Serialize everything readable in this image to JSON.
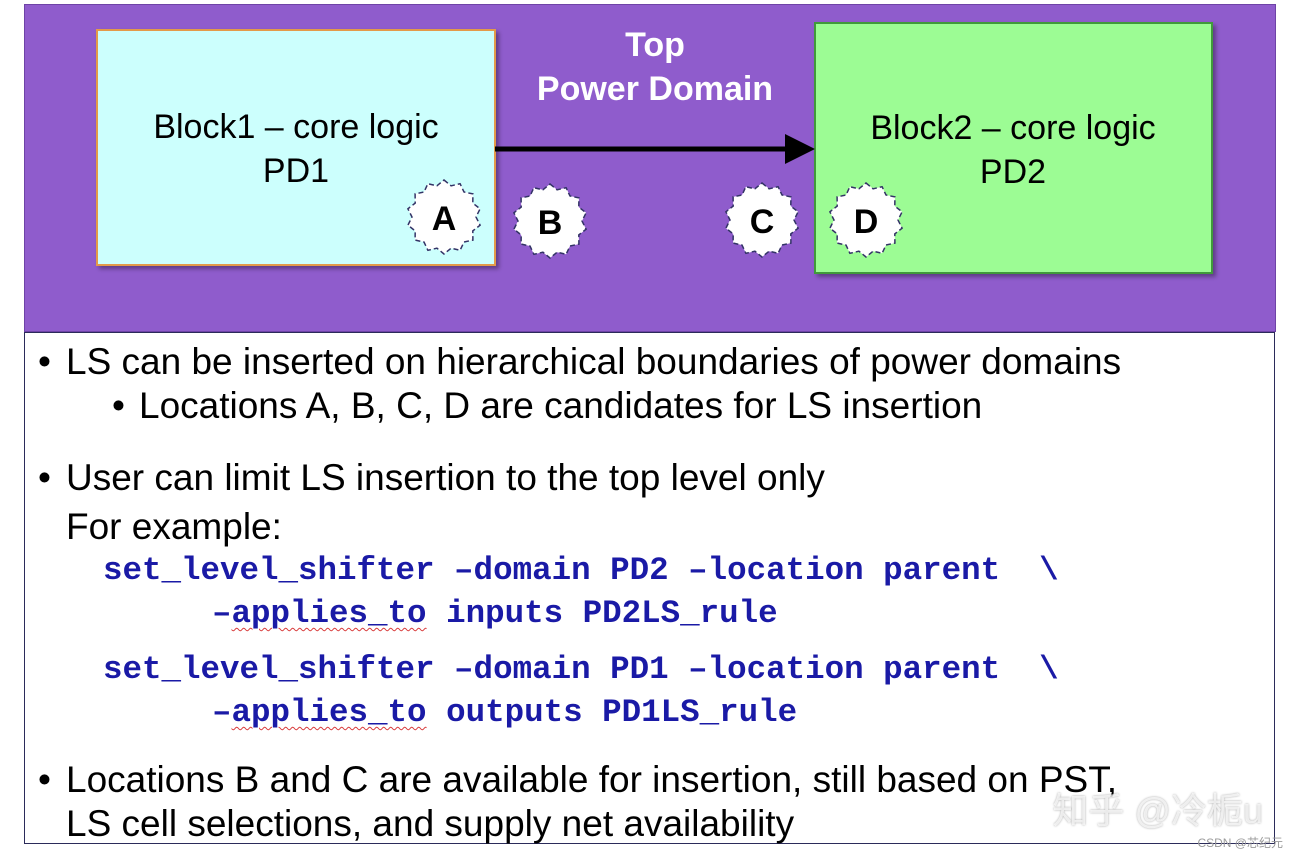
{
  "diagram": {
    "top_domain_line1": "Top",
    "top_domain_line2": "Power Domain",
    "block1": {
      "line1": "Block1 – core logic",
      "line2": "PD1",
      "fill": "#ccfffd",
      "stroke": "#e39a4a"
    },
    "block2": {
      "line1": "Block2 – core logic",
      "line2": "PD2",
      "fill": "#9cfc94",
      "stroke": "#3f9a3a"
    },
    "background": "#8f5ccc",
    "markers": [
      "A",
      "B",
      "C",
      "D"
    ]
  },
  "bullets": {
    "b1": "LS can be inserted on hierarchical boundaries of power domains",
    "b1_sub": "Locations A, B, C, D are candidates for LS insertion",
    "b2": "User can limit LS insertion to the top level only",
    "b2_example": "For example:",
    "code1_line1": "set_level_shifter –domain PD2 –location parent  \\",
    "code1_line2_prefix": "–",
    "code1_line2_flag": "applies_to",
    "code1_line2_rest": " inputs PD2LS_rule",
    "code2_line1": "set_level_shifter –domain PD1 –location parent  \\",
    "code2_line2_prefix": "–",
    "code2_line2_flag": "applies_to",
    "code2_line2_rest": " outputs PD1LS_rule",
    "b3_line1": "Locations B and C are available for insertion, still based on PST,",
    "b3_line2": "LS cell selections, and supply net availability",
    "bullet_char": "•"
  },
  "watermark": {
    "main": "知乎 @冷栀u",
    "small": "CSDN @芯纪元"
  },
  "colors": {
    "code": "#1a1aa6",
    "text": "#000000"
  }
}
